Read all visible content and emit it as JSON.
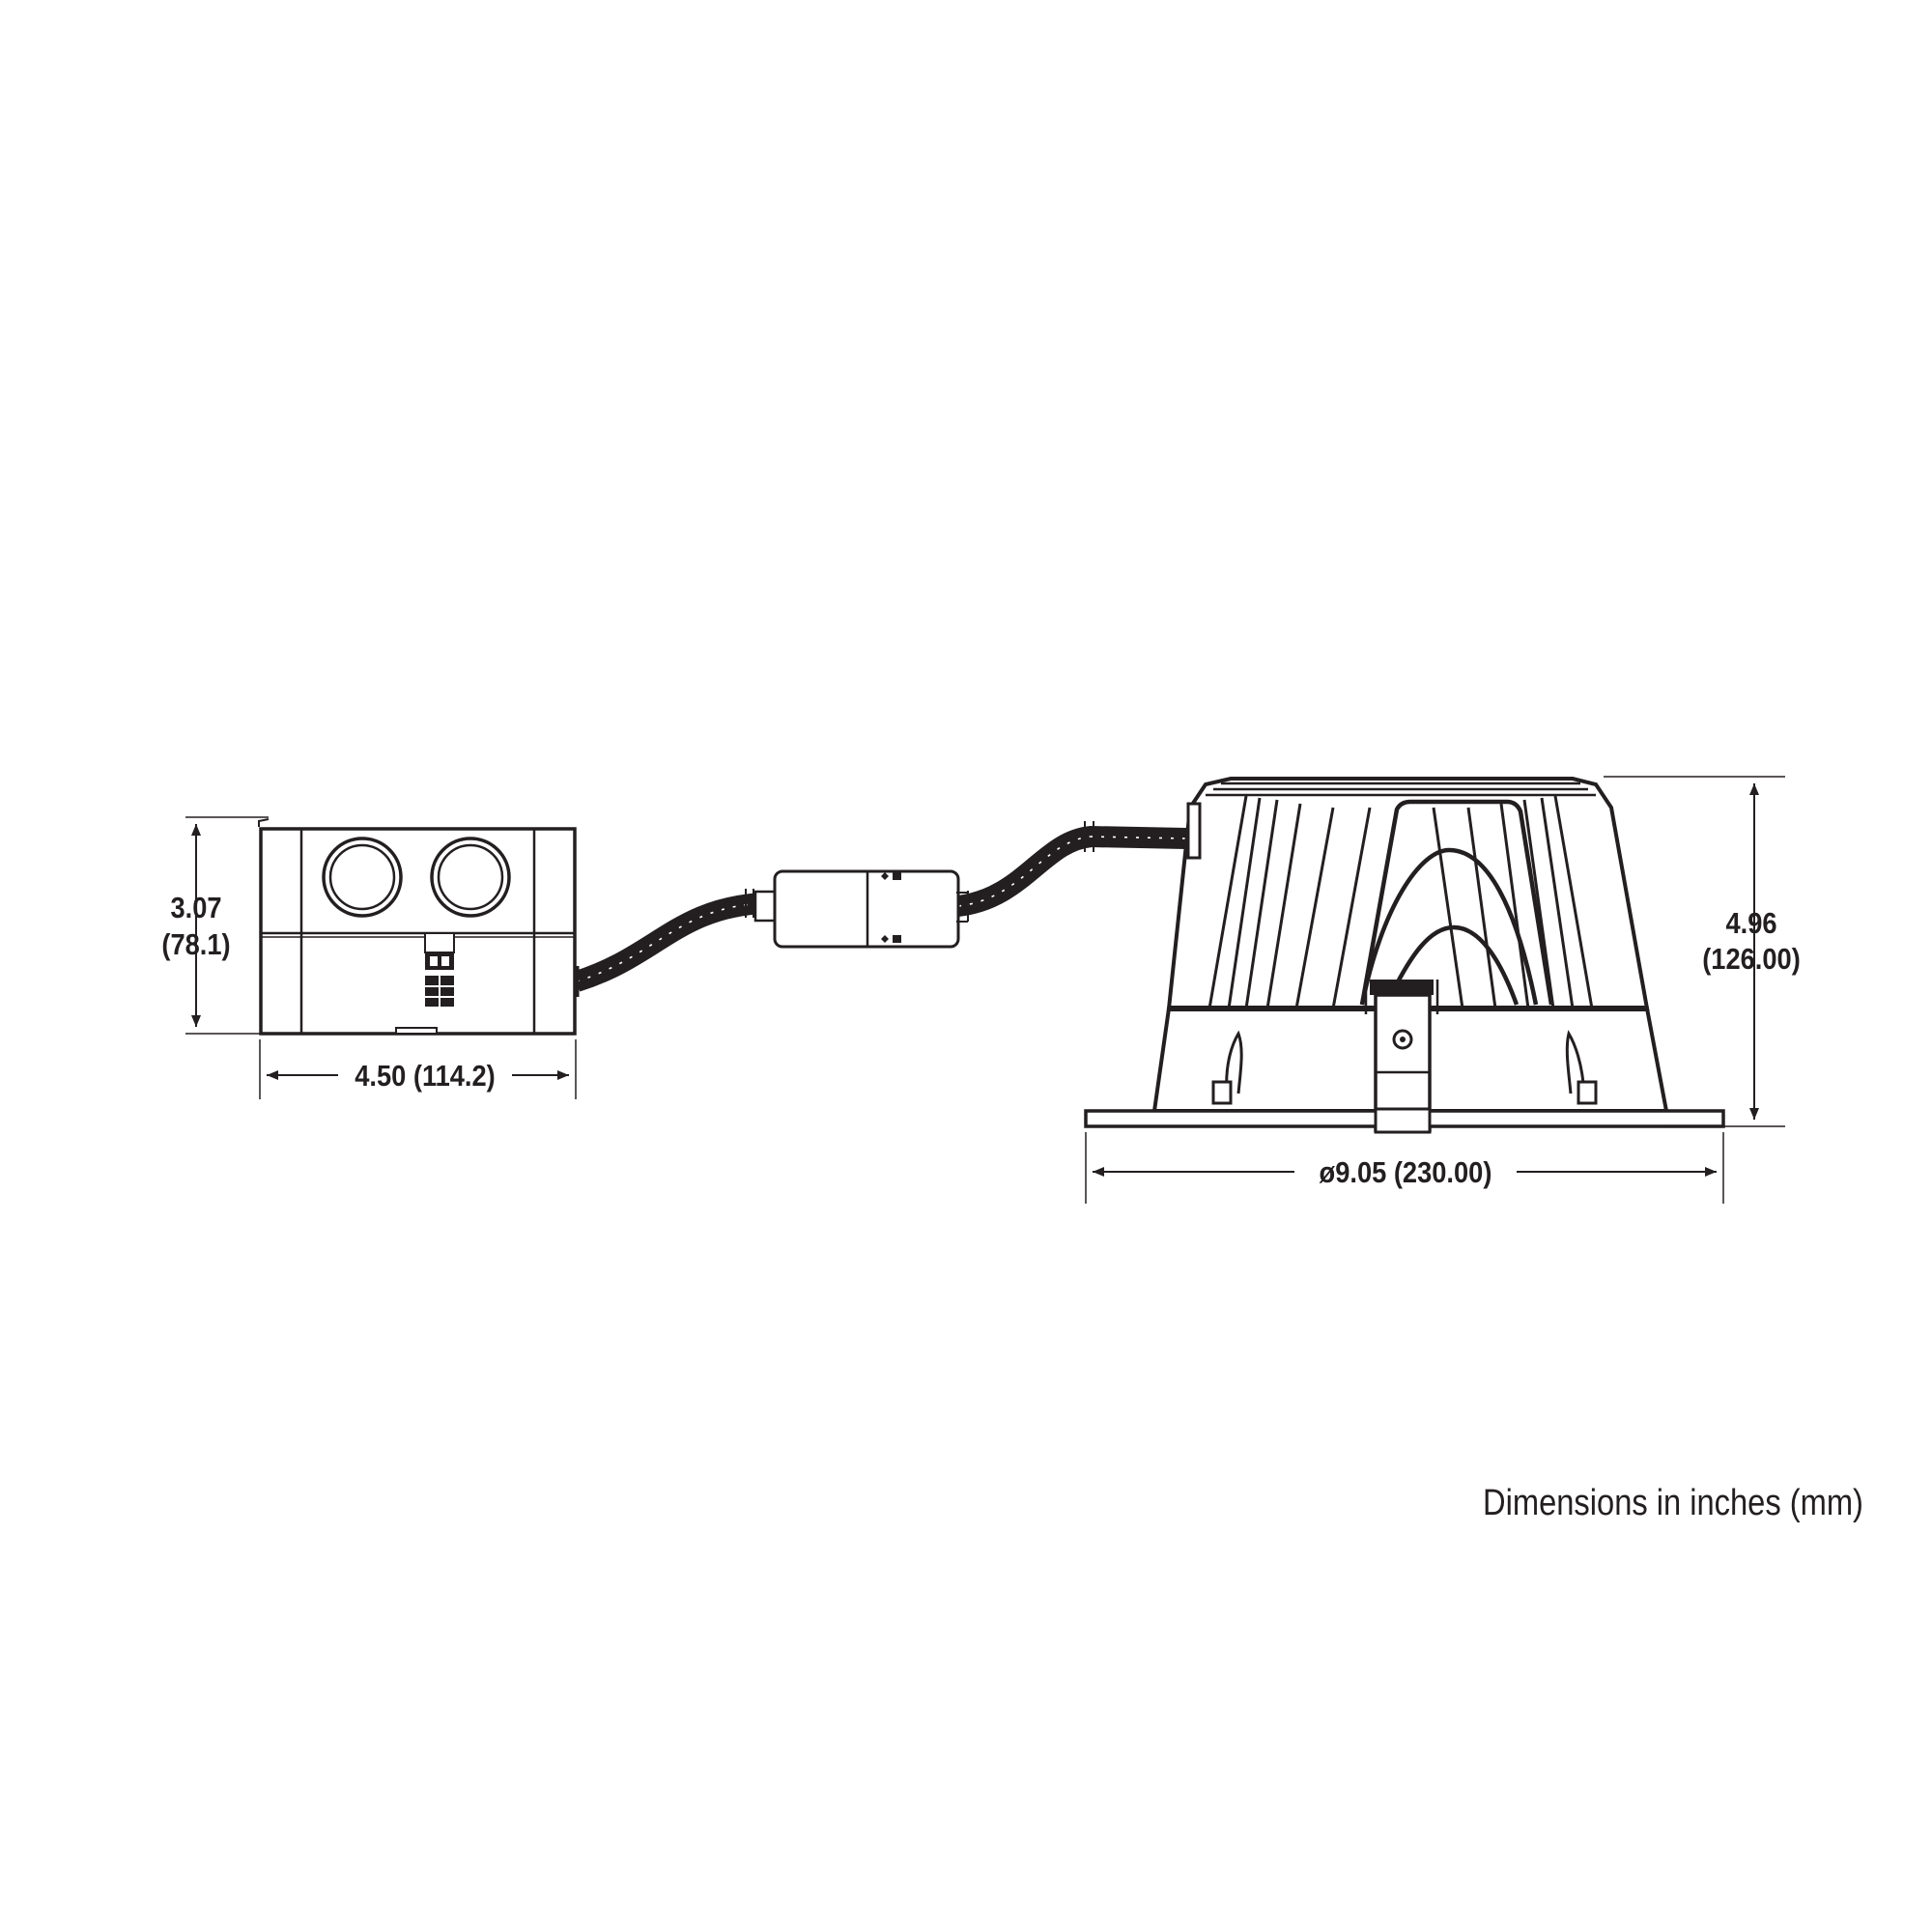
{
  "diagram": {
    "junction_box": {
      "height_in": "3.07",
      "height_mm": "(78.1)",
      "width_label": "4.50 (114.2)"
    },
    "fixture": {
      "height_in": "4.96",
      "height_mm": "(126.00)",
      "diameter_label": "ø9.05 (230.00)"
    },
    "note": "Dimensions in inches (mm)"
  },
  "colors": {
    "line": "#231f20",
    "background": "#ffffff"
  }
}
